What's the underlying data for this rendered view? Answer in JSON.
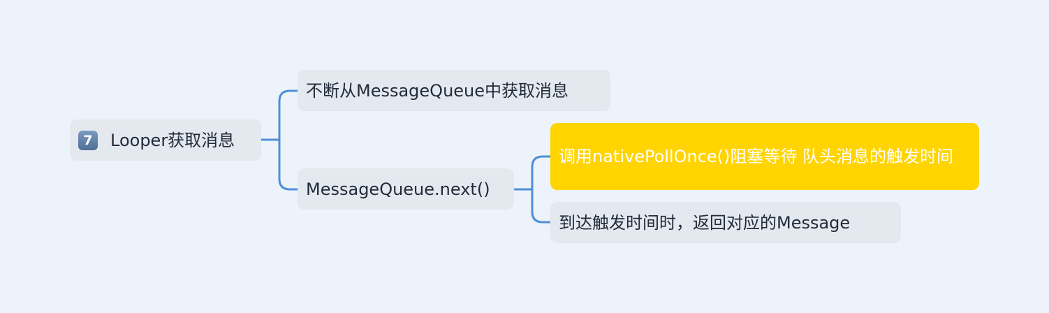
{
  "root": {
    "badge": "7",
    "label": "Looper获取消息"
  },
  "children": [
    {
      "label": "不断从MessageQueue中获取消息"
    },
    {
      "label": "MessageQueue.next()",
      "children": [
        {
          "label": "调用nativePollOnce()阻塞等待 队头消息的触发时间",
          "highlight": true
        },
        {
          "label": "到达触发时间时，返回对应的Message"
        }
      ]
    }
  ],
  "colors": {
    "background": "#ecf3fa",
    "node": "#e3e9ef",
    "highlight": "#ffd400",
    "connector": "#4f8fd6",
    "text": "#222b3a"
  }
}
